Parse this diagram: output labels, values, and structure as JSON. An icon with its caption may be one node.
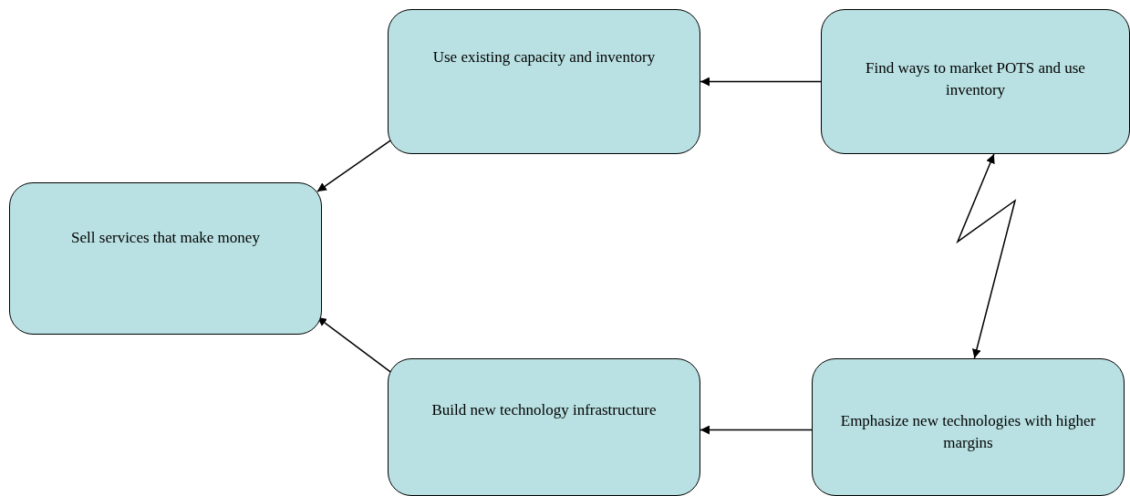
{
  "diagram": {
    "nodes": [
      {
        "text": [
          "Use existing capacity and inventory"
        ]
      },
      {
        "text": [
          "Find ways to market POTS and use inventory"
        ]
      },
      {
        "text": [
          "Sell services that make money"
        ]
      },
      {
        "text": [
          "Build new technology infrastructure"
        ]
      },
      {
        "text": [
          "Emphasize new technologies with higher margins"
        ]
      }
    ],
    "edges": [
      {
        "from": 1,
        "to": 0,
        "arrow": "to"
      },
      {
        "from": 0,
        "to": 2,
        "arrow": "to"
      },
      {
        "from": 1,
        "to": 4,
        "arrow": "both"
      },
      {
        "from": 4,
        "to": 3,
        "arrow": "to"
      },
      {
        "from": 3,
        "to": 2,
        "arrow": "to"
      }
    ]
  }
}
